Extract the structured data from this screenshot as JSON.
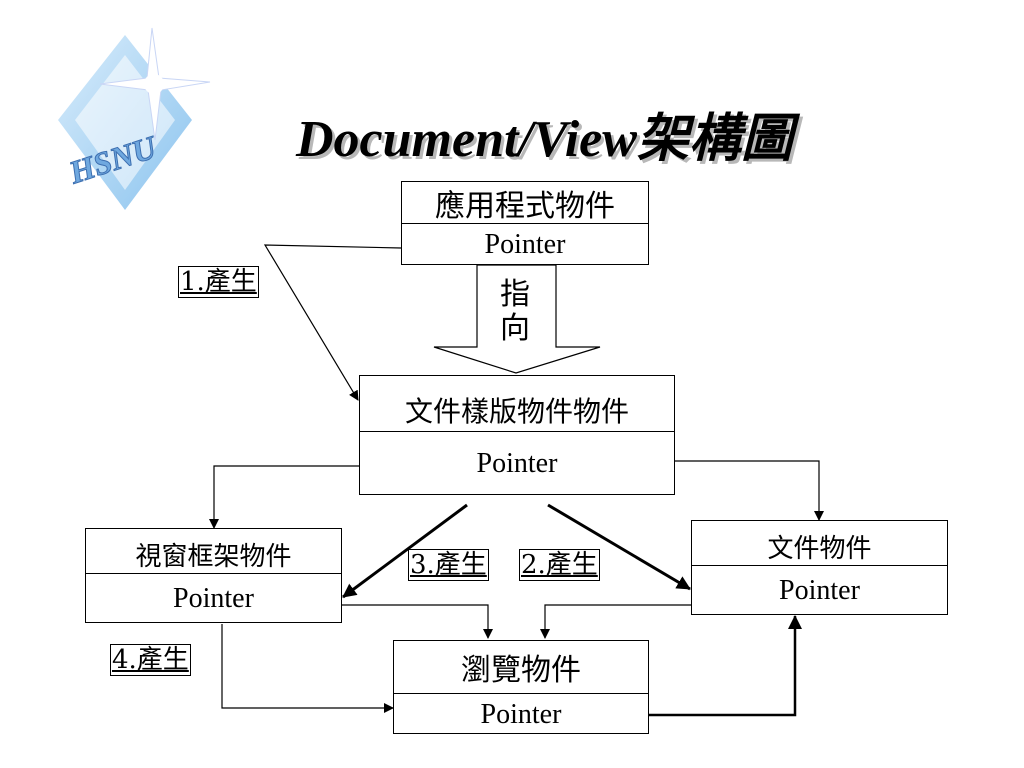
{
  "title": "Document/View架構圖",
  "logo": {
    "icon": "hsnu-logo-icon",
    "text": "HSNU"
  },
  "nodes": {
    "app": {
      "name": "應用程式物件",
      "field": "Pointer"
    },
    "template": {
      "name": "文件樣版物件物件",
      "field": "Pointer"
    },
    "frame": {
      "name": "視窗框架物件",
      "field": "Pointer"
    },
    "document": {
      "name": "文件物件",
      "field": "Pointer"
    },
    "view": {
      "name": "瀏覽物件",
      "field": "Pointer"
    }
  },
  "edge_labels": {
    "create1": "1.產生",
    "create2": "2.產生",
    "create3": "3.產生",
    "create4": "4.產生",
    "points_to": [
      "指",
      "向"
    ]
  }
}
